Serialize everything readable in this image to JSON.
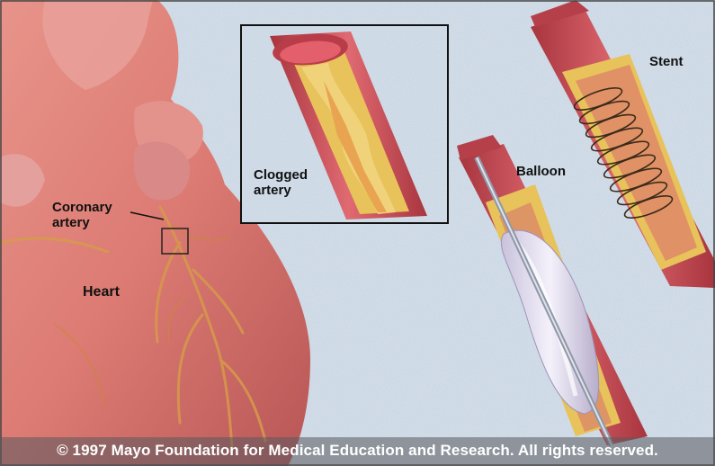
{
  "labels": {
    "coronary_artery": "Coronary\nartery",
    "heart": "Heart",
    "clogged_artery": "Clogged\nartery",
    "balloon": "Balloon",
    "stent": "Stent"
  },
  "copyright": "© 1997 Mayo Foundation for Medical Education and Research. All rights reserved.",
  "colors": {
    "background": "#c9d6e3",
    "heart": "#e0877f",
    "artery_wall": "#c84a55",
    "plaque": "#e8c25a",
    "stent_wire": "#3a2a1a"
  }
}
